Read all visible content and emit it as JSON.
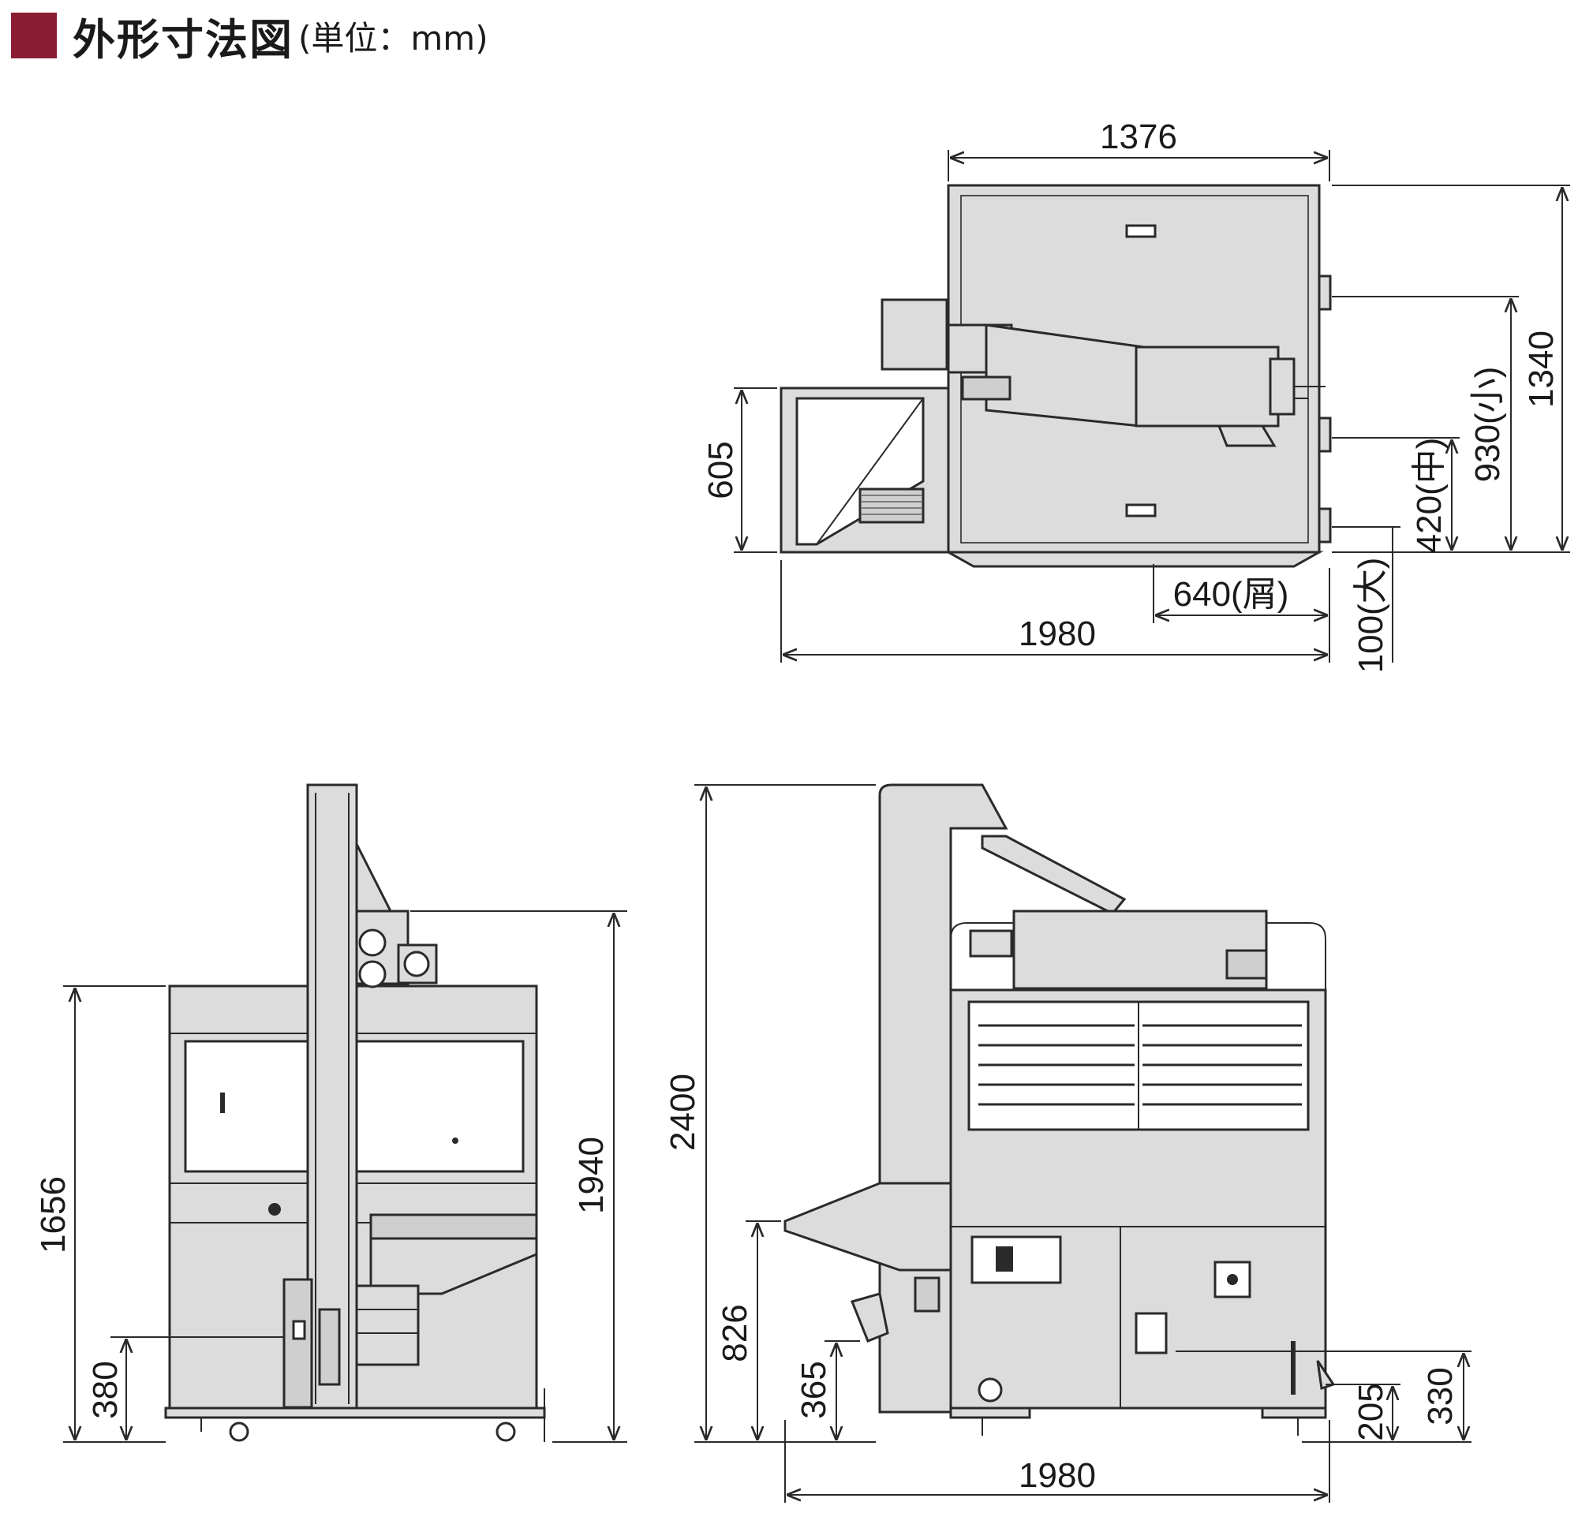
{
  "header": {
    "title": "外形寸法図",
    "unit": "(単位：mm)"
  },
  "colors": {
    "accent": "#8a1d34",
    "machine_fill": "#dcdcdc",
    "line": "#2a2a2a"
  },
  "top_view": {
    "width_top": "1376",
    "width_total": "1980",
    "depth_total": "1340",
    "outlet_small": "930(小)",
    "outlet_medium": "420(中)",
    "outlet_large": "100(大)",
    "outlet_waste": "640(屑)",
    "hopper_depth": "605"
  },
  "side_view": {
    "height_total": "1656",
    "height_elevator": "1940",
    "height_outlet": "380"
  },
  "front_view": {
    "height_total": "2400",
    "height_hopper": "826",
    "height_outlet_a": "365",
    "height_outlet_b": "205",
    "height_outlet_c": "330",
    "width_total": "1980"
  }
}
